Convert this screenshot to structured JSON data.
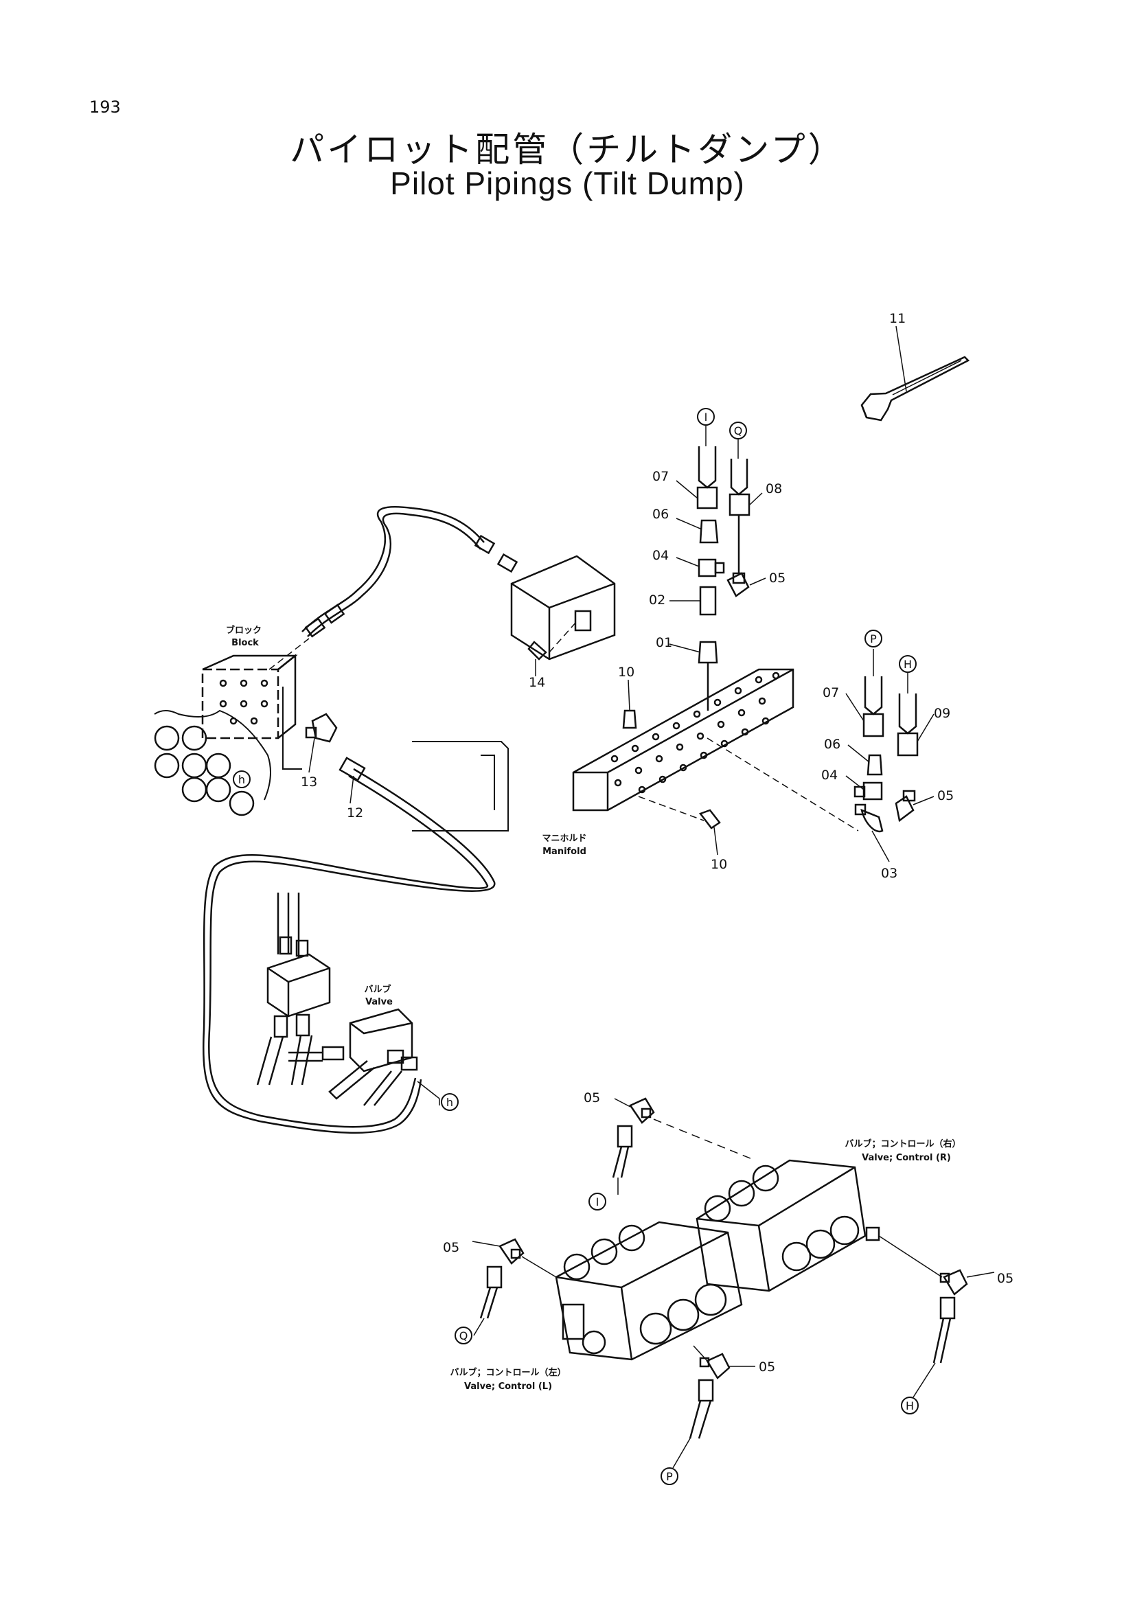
{
  "page_number": "193",
  "title_jp": "パイロット配管（チルトダンプ）",
  "title_en": "Pilot Pipings (Tilt Dump)",
  "captions": {
    "block_jp": "ブロック",
    "block_en": "Block",
    "manifold_jp": "マニホルド",
    "manifold_en": "Manifold",
    "valve_jp": "バルブ",
    "valve_en": "Valve",
    "valve_r_jp": "バルブ；コントロール（右）",
    "valve_r_en": "Valve; Control (R)",
    "valve_l_jp": "バルブ；コントロール（左）",
    "valve_l_en": "Valve; Control (L)"
  },
  "part_numbers": {
    "p01": "01",
    "p02": "02",
    "p03": "03",
    "p04a": "04",
    "p04b": "04",
    "p05a": "05",
    "p05b": "05",
    "p05c": "05",
    "p05d": "05",
    "p05e": "05",
    "p05f": "05",
    "p06a": "06",
    "p06b": "06",
    "p07a": "07",
    "p07b": "07",
    "p08": "08",
    "p09": "09",
    "p10a": "10",
    "p10b": "10",
    "p11": "11",
    "p12": "12",
    "p13": "13",
    "p14": "14"
  },
  "port_markers": {
    "i_top": "I",
    "q_top": "Q",
    "p_mid": "P",
    "h_mid": "H",
    "h_left": "h",
    "h_valve": "h",
    "i_bot": "I",
    "q_bot": "Q",
    "h_bot": "H",
    "p_bot": "P"
  }
}
